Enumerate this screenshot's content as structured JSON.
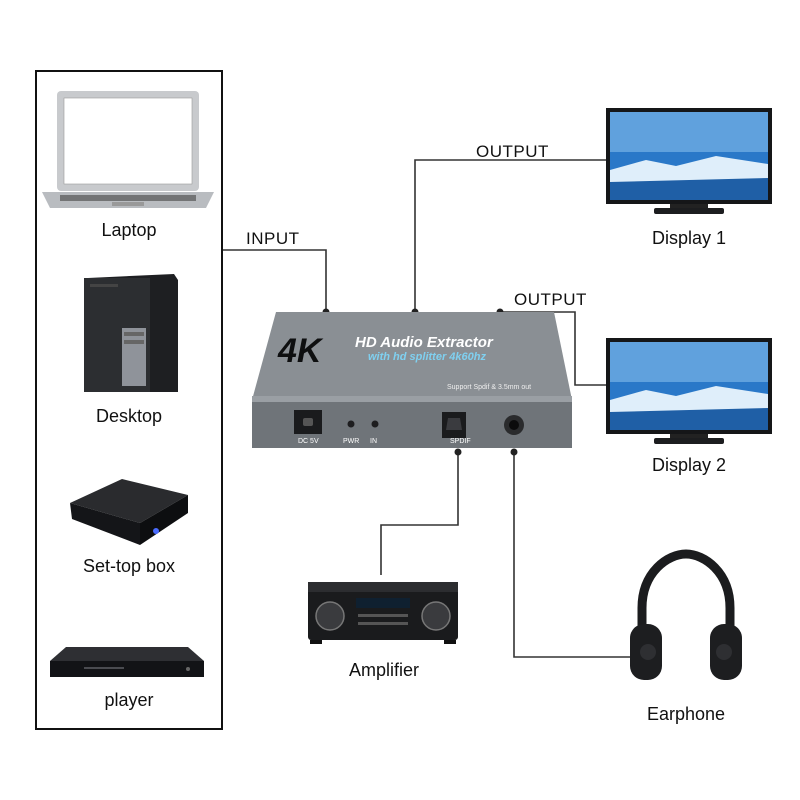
{
  "sources": {
    "items": [
      {
        "label": "Laptop",
        "icon": "laptop-icon"
      },
      {
        "label": "Desktop",
        "icon": "desktop-tower-icon"
      },
      {
        "label": "Set-top box",
        "icon": "set-top-box-icon"
      },
      {
        "label": "player",
        "icon": "media-player-icon"
      }
    ]
  },
  "wires": {
    "input_label": "INPUT",
    "output1_label": "OUTPUT",
    "output2_label": "OUTPUT"
  },
  "device": {
    "badge": "4K",
    "title": "HD Audio Extractor",
    "subtitle": "with hd splitter 4k60hz",
    "support_text": "Support Spdif & 3.5mm out",
    "ports": {
      "dc": "DC 5V",
      "pwr": "PWR",
      "in": "IN",
      "spdif": "SPDIF"
    }
  },
  "displays": [
    {
      "label": "Display 1",
      "icon": "tv-display-icon"
    },
    {
      "label": "Display 2",
      "icon": "tv-display-icon"
    }
  ],
  "outputs": [
    {
      "label": "Amplifier",
      "icon": "amplifier-icon"
    },
    {
      "label": "Earphone",
      "icon": "headphones-icon"
    }
  ],
  "colors": {
    "device_body": "#7d8287",
    "wire": "#333333",
    "subtitle": "#7fd0f0",
    "screen_sky": "#2a78c8"
  }
}
